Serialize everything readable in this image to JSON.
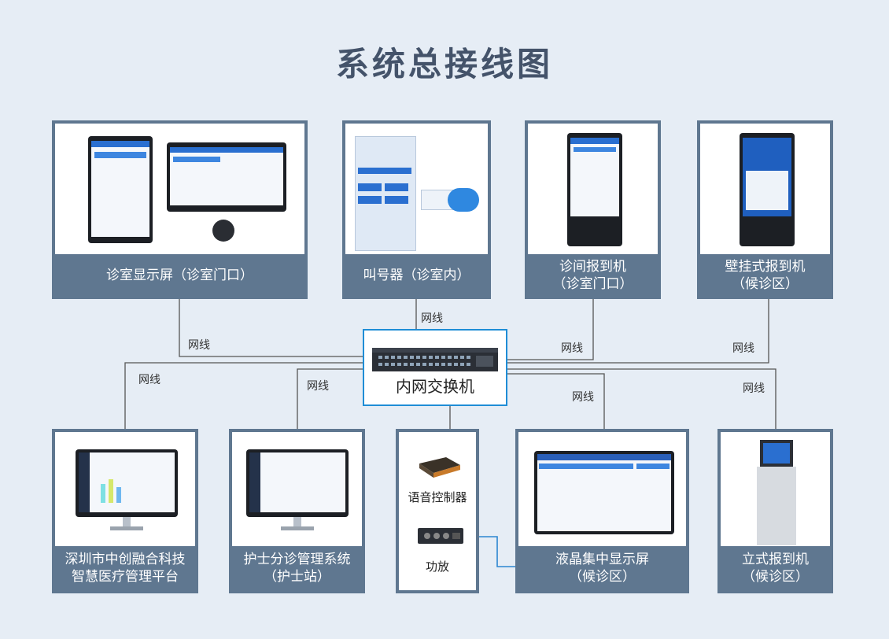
{
  "title": "系统总接线图",
  "switch": {
    "label": "内网交换机"
  },
  "wire_label": "网线",
  "devices": {
    "clinic_display": {
      "label": "诊室显示屏（诊室门口）"
    },
    "caller": {
      "label": "叫号器（诊室内）"
    },
    "consult_checkin": {
      "line1": "诊间报到机",
      "line2": "（诊室门口）"
    },
    "wall_checkin": {
      "line1": "壁挂式报到机",
      "line2": "（候诊区）"
    },
    "platform": {
      "line1": "深圳市中创融合科技",
      "line2": "智慧医疗管理平台"
    },
    "nurse_system": {
      "line1": "护士分诊管理系统",
      "line2": "（护士站）"
    },
    "voice_controller": {
      "label": "语音控制器"
    },
    "amplifier": {
      "label": "功放"
    },
    "lcd_display": {
      "line1": "液晶集中显示屏",
      "line2": "（候诊区）"
    },
    "standing_checkin": {
      "line1": "立式报到机",
      "line2": "（候诊区）"
    }
  },
  "colors": {
    "frame": "#5f7790",
    "switch_border": "#1f8dd6",
    "background": "#e6edf5"
  }
}
